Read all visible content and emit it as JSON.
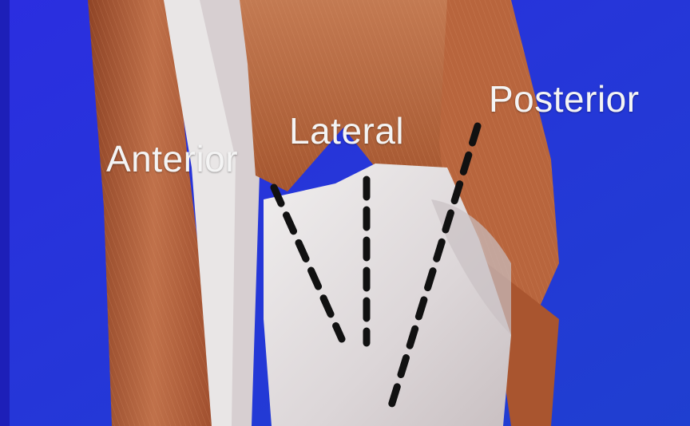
{
  "labels": {
    "anterior": "Anterior",
    "lateral": "Lateral",
    "posterior": "Posterior"
  },
  "colors": {
    "background": "#2a2fd0",
    "muscle": "#b5643c",
    "tendon": "#e8e4e4",
    "dashes": "#111111",
    "label_text": "#f4f4f4"
  }
}
